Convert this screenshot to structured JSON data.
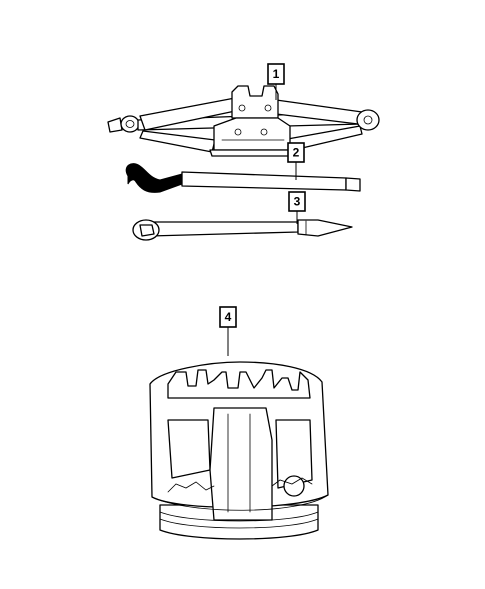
{
  "diagram": {
    "callouts": [
      {
        "id": "callout-1",
        "label": "1"
      },
      {
        "id": "callout-2",
        "label": "2"
      },
      {
        "id": "callout-3",
        "label": "3"
      },
      {
        "id": "callout-4",
        "label": "4"
      }
    ]
  }
}
